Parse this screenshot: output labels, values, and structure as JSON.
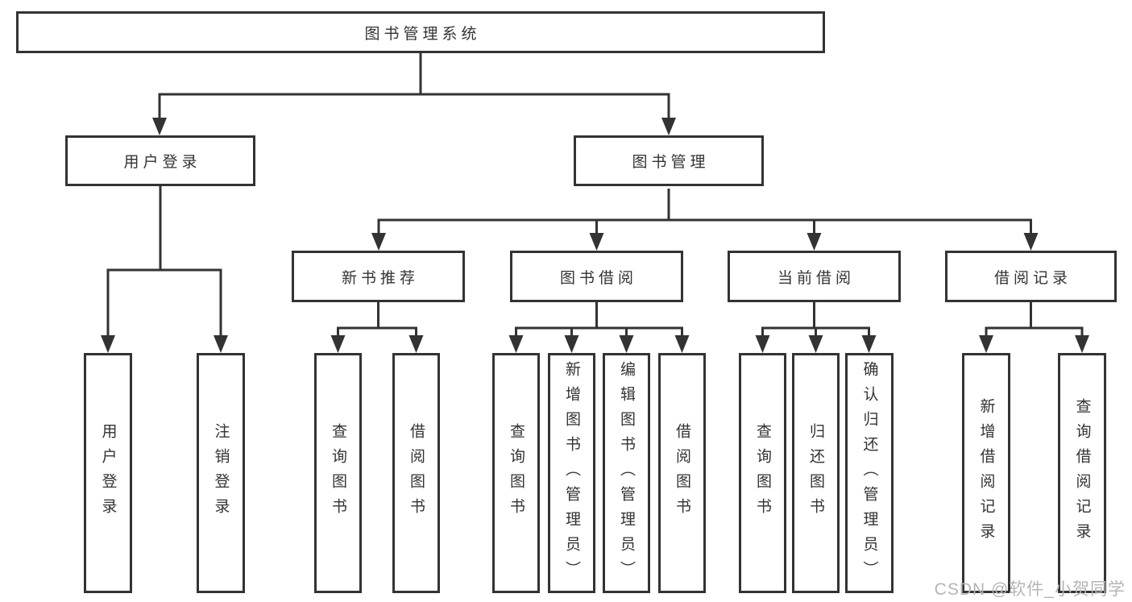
{
  "diagram": {
    "title_node": {
      "label": "图书管理系统"
    },
    "branches": {
      "user_login": {
        "label": "用户登录",
        "children": [
          {
            "label": "用户登录"
          },
          {
            "label": "注销登录"
          }
        ]
      },
      "book_management": {
        "label": "图书管理",
        "children": [
          {
            "label": "新书推荐",
            "children": [
              {
                "label": "查询图书"
              },
              {
                "label": "借阅图书"
              }
            ]
          },
          {
            "label": "图书借阅",
            "children": [
              {
                "label": "查询图书"
              },
              {
                "label": "新增图书（管理员）"
              },
              {
                "label": "编辑图书（管理员）"
              },
              {
                "label": "借阅图书"
              }
            ]
          },
          {
            "label": "当前借阅",
            "children": [
              {
                "label": "查询图书"
              },
              {
                "label": "归还图书"
              },
              {
                "label": "确认归还（管理员）"
              }
            ]
          },
          {
            "label": "借阅记录",
            "children": [
              {
                "label": "新增借阅记录"
              },
              {
                "label": "查询借阅记录"
              }
            ]
          }
        ]
      }
    }
  },
  "watermark": {
    "text": "CSDN @软件_小贺同学"
  },
  "colors": {
    "line": "#333333",
    "text": "#333333",
    "background": "#ffffff",
    "watermark": "#b5b5b9"
  }
}
